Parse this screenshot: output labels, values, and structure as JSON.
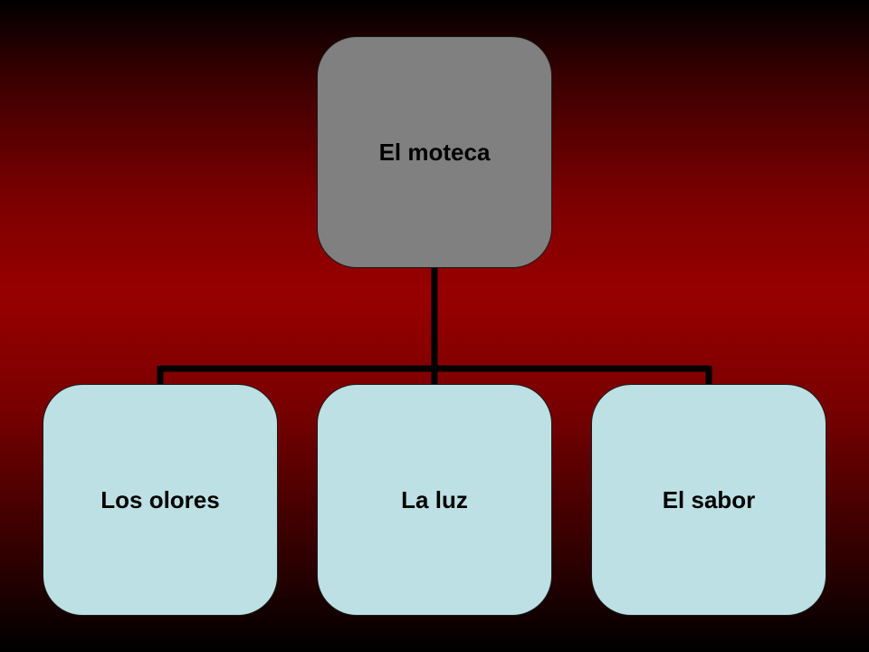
{
  "diagram": {
    "colors": {
      "root_fill": "#808080",
      "child_fill": "#bce0e3",
      "connector": "#000000",
      "background_center": "#980000",
      "background_edge": "#000000"
    },
    "root": {
      "label": "El moteca"
    },
    "children": [
      {
        "label": "Los olores"
      },
      {
        "label": "La luz"
      },
      {
        "label": "El sabor"
      }
    ]
  }
}
